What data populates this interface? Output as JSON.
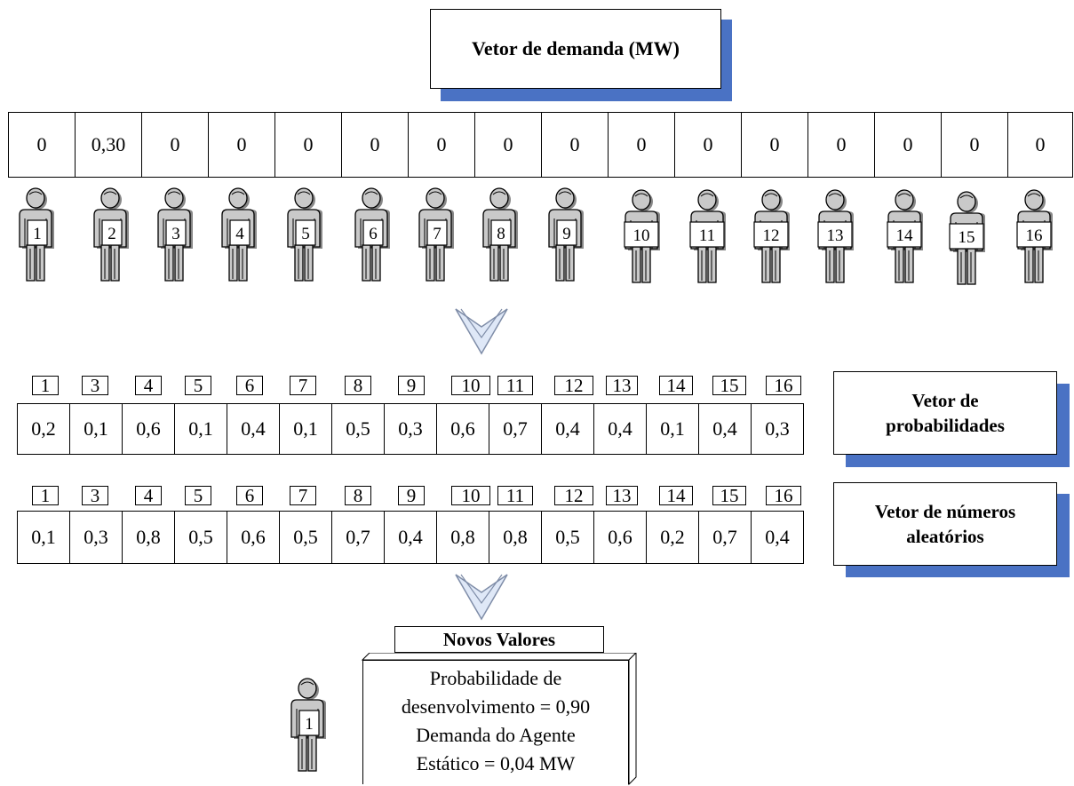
{
  "demand_title": "Vetor de demanda (MW)",
  "demand_values": [
    "0",
    "0,30",
    "0",
    "0",
    "0",
    "0",
    "0",
    "0",
    "0",
    "0",
    "0",
    "0",
    "0",
    "0",
    "0",
    "0"
  ],
  "agent_labels": [
    "1",
    "2",
    "3",
    "4",
    "5",
    "6",
    "7",
    "8",
    "9",
    "10",
    "11",
    "12",
    "13",
    "14",
    "15",
    "16"
  ],
  "prob_title_line1": "Vetor de",
  "prob_title_line2": "probabilidades",
  "prob_indices": [
    "1",
    "3",
    "4",
    "5",
    "6",
    "7",
    "8",
    "9",
    "10",
    "11",
    "12",
    "13",
    "14",
    "15",
    "16"
  ],
  "prob_values": [
    "0,2",
    "0,1",
    "0,6",
    "0,1",
    "0,4",
    "0,1",
    "0,5",
    "0,3",
    "0,6",
    "0,7",
    "0,4",
    "0,4",
    "0,1",
    "0,4",
    "0,3"
  ],
  "rand_title_line1": "Vetor de números",
  "rand_title_line2": "aleatórios",
  "rand_indices": [
    "1",
    "3",
    "4",
    "5",
    "6",
    "7",
    "8",
    "9",
    "10",
    "11",
    "12",
    "13",
    "14",
    "15",
    "16"
  ],
  "rand_values": [
    "0,1",
    "0,3",
    "0,8",
    "0,5",
    "0,6",
    "0,5",
    "0,7",
    "0,4",
    "0,8",
    "0,8",
    "0,5",
    "0,6",
    "0,2",
    "0,7",
    "0,4"
  ],
  "new_values_title": "Novos Valores",
  "result_lines": [
    "Probabilidade de",
    "desenvolvimento = 0,90",
    "Demanda do Agente",
    "Estático = 0,04 MW"
  ],
  "result_agent_label": "1",
  "colors": {
    "shadow": "#4a72c4",
    "arrow_fill": "#dfe8f7",
    "arrow_stroke": "#7f8da8",
    "person_fill": "#c9c9c9"
  }
}
